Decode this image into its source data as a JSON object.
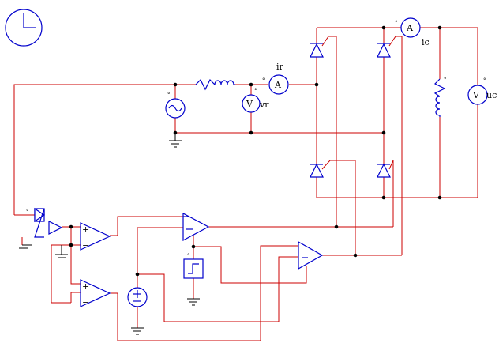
{
  "labels": {
    "ir": "ir",
    "ic": "ic",
    "vr": "vr",
    "uc": "uc",
    "ammeter_symbol": "A",
    "voltmeter_symbol": "V",
    "opamp_plus": "+",
    "opamp_minus": "−"
  },
  "colors": {
    "wire": "#cc0000",
    "component": "#0000cc",
    "ground": "#000000",
    "junction": "#000000"
  },
  "icons": [
    "clock-icon",
    "ac-source-icon",
    "inductor-icon",
    "ammeter-icon",
    "voltmeter-icon",
    "thyristor-icon",
    "ground-icon",
    "op-amp-icon",
    "comparator-icon",
    "step-source-icon",
    "dc-source-icon",
    "limiter-icon"
  ]
}
